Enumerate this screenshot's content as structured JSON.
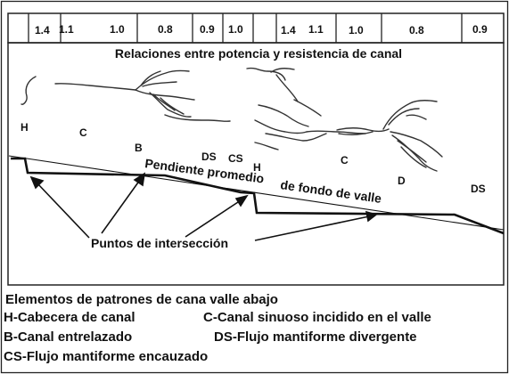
{
  "top_bar": {
    "cells": [
      "1.4",
      "1.1",
      "1.0",
      "0.8",
      "0.9",
      "1.0",
      "1.4",
      "1.1",
      "1.0",
      "0.8",
      "0.9"
    ]
  },
  "diagram": {
    "title": "Relaciones entre potencia y resistencia de canal",
    "slope_label_part1": "Pendiente promedio",
    "slope_label_part2": "de fondo de valle",
    "intersection_label": "Puntos de intersección",
    "zone_labels": {
      "h1": "H",
      "c1": "C",
      "b": "B",
      "ds1": "DS",
      "cs": "CS",
      "h2": "H",
      "c2": "C",
      "d": "D",
      "ds2": "DS"
    }
  },
  "legend": {
    "heading": "Elementos de patrones de cana valle abajo",
    "h": "H-Cabecera de canal",
    "c": "C-Canal sinuoso incidido en el valle",
    "b": "B-Canal entrelazado",
    "ds": "DS-Flujo mantiforme divergente",
    "cs": "CS-Flujo mantiforme encauzado"
  }
}
